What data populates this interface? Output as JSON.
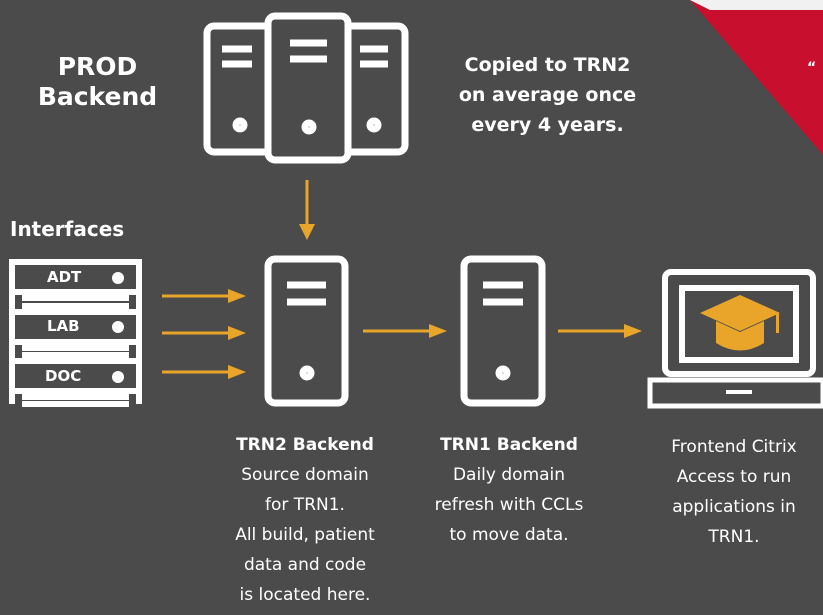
{
  "colors": {
    "background": "#4b4b4b",
    "accent": "#e8a52a",
    "line": "#ffffff",
    "corner": "#c8102e"
  },
  "prod": {
    "line1": "PROD",
    "line2": "Backend"
  },
  "copied_note": {
    "line1": "Copied to TRN2",
    "line2": "on average once",
    "line3": "every 4 years."
  },
  "interfaces": {
    "title": "Interfaces",
    "items": [
      {
        "label": "ADT"
      },
      {
        "label": "LAB"
      },
      {
        "label": "DOC"
      }
    ]
  },
  "trn2": {
    "title": "TRN2 Backend",
    "lines": [
      "Source domain",
      "for TRN1.",
      "All build, patient",
      "data and code",
      "is located here."
    ]
  },
  "trn1": {
    "title": "TRN1 Backend",
    "lines": [
      "Daily domain",
      "refresh with CCLs",
      "to move data."
    ]
  },
  "frontend": {
    "lines": [
      "Frontend Citrix",
      "Access to run",
      "applications in",
      "TRN1."
    ]
  },
  "corner_mark": "“",
  "icons": [
    "server-rack-icon",
    "server-icon",
    "laptop-icon",
    "graduation-cap-icon",
    "arrow-icon"
  ]
}
